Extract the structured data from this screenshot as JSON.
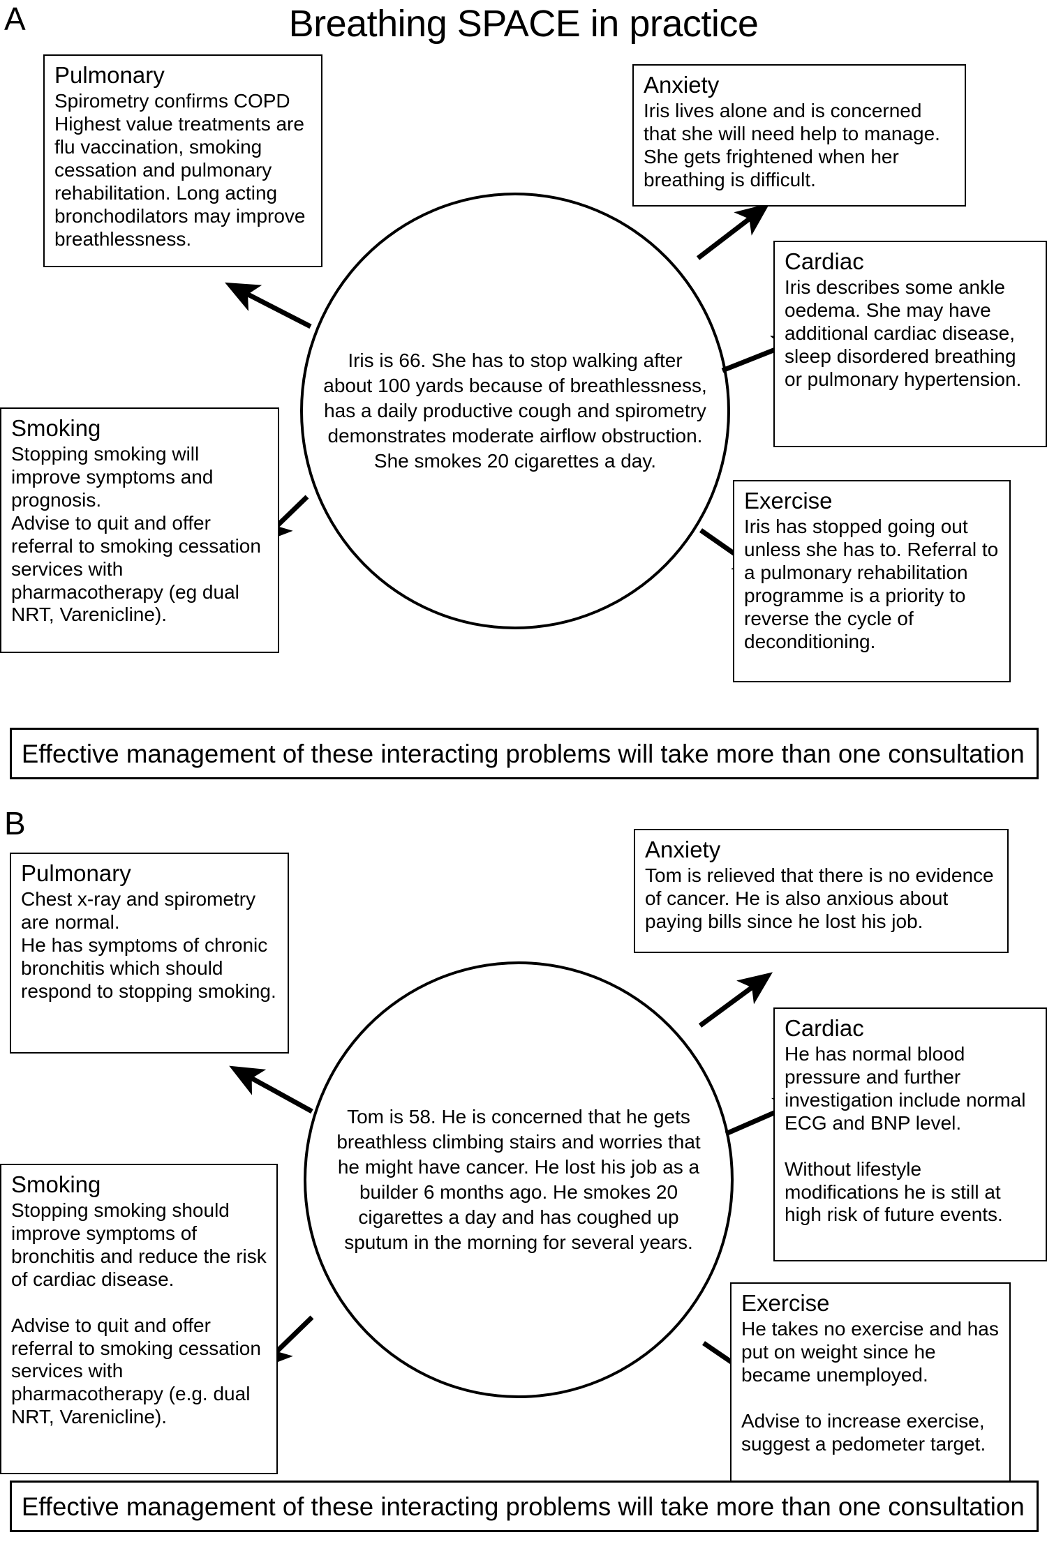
{
  "figure": {
    "title": "Breathing SPACE in practice"
  },
  "panels": [
    {
      "letter": "A",
      "centre": {
        "text": "Iris is 66. She has to stop walking after about 100 yards because of breathlessness, has a daily productive cough and spirometry demonstrates moderate airflow obstruction. She smokes 20 cigarettes a day."
      },
      "boxes": {
        "pulmonary": {
          "title": "Pulmonary",
          "body": "Spirometry confirms COPD\nHighest value treatments are flu vaccination,  smoking cessation and pulmonary rehabilitation. Long acting bronchodilators may improve breathlessness."
        },
        "smoking": {
          "title": "Smoking",
          "body": "Stopping smoking will improve symptoms and prognosis.\nAdvise to quit and offer referral to smoking cessation services with pharmacotherapy (eg dual NRT, Varenicline)."
        },
        "anxiety": {
          "title": "Anxiety",
          "body": "Iris lives alone and is concerned that she will need help to manage. She gets frightened when her breathing is difficult."
        },
        "cardiac": {
          "title": "Cardiac",
          "body": "Iris describes some ankle oedema. She may have additional cardiac disease, sleep disordered breathing or pulmonary hypertension."
        },
        "exercise": {
          "title": "Exercise",
          "body": "Iris has stopped going out unless she has to. Referral to a pulmonary rehabilitation programme is a priority to reverse the cycle of deconditioning."
        }
      },
      "banner": "Effective management of these interacting problems will take more than one consultation"
    },
    {
      "letter": "B",
      "centre": {
        "text": "Tom is 58. He is concerned that he gets breathless climbing stairs and worries that he might have cancer. He lost his job as a builder 6 months ago. He smokes 20 cigarettes a day and has coughed up sputum in the morning for several years."
      },
      "boxes": {
        "pulmonary": {
          "title": "Pulmonary",
          "body": "Chest x-ray and spirometry are normal.\nHe has symptoms of chronic bronchitis which should respond to stopping smoking."
        },
        "smoking": {
          "title": "Smoking",
          "body": "Stopping smoking should improve symptoms of bronchitis and reduce the risk of cardiac disease.\n\nAdvise to quit and offer referral to smoking cessation services with pharmacotherapy (e.g. dual NRT, Varenicline)."
        },
        "anxiety": {
          "title": "Anxiety",
          "body": "Tom is relieved that there is no evidence of cancer. He is also anxious about paying bills since he lost his job."
        },
        "cardiac": {
          "title": "Cardiac",
          "body": "He has normal blood pressure and further investigation include normal ECG and BNP level.\n\nWithout lifestyle modifications he is still at high risk of future events."
        },
        "exercise": {
          "title": "Exercise",
          "body": "He takes no exercise and has put on weight since he became unemployed.\n\nAdvise to increase exercise, suggest a pedometer target."
        }
      },
      "banner": "Effective management of these interacting problems will take more than one consultation"
    }
  ],
  "colors": {
    "stroke": "#000000",
    "background": "#ffffff"
  }
}
